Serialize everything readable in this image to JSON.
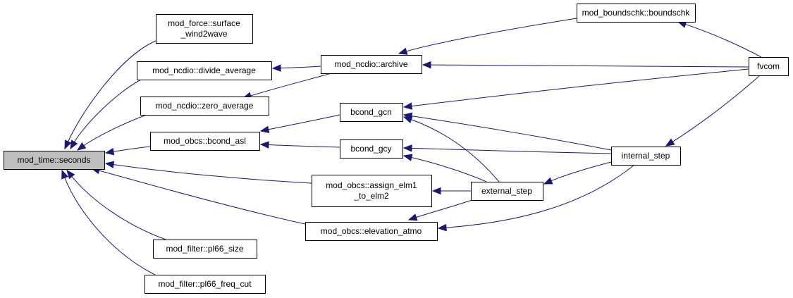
{
  "graph": {
    "nodes": {
      "seconds": {
        "lines": [
          "mod_time::seconds"
        ],
        "highlight": true
      },
      "wind2wave": {
        "lines": [
          "mod_force::surface",
          "_wind2wave"
        ]
      },
      "divide_average": {
        "lines": [
          "mod_ncdio::divide_average"
        ]
      },
      "zero_average": {
        "lines": [
          "mod_ncdio::zero_average"
        ]
      },
      "bcond_asl": {
        "lines": [
          "mod_obcs::bcond_asl"
        ]
      },
      "pl66_size": {
        "lines": [
          "mod_filter::pl66_size"
        ]
      },
      "pl66_freq_cut": {
        "lines": [
          "mod_filter::pl66_freq_cut"
        ]
      },
      "archive": {
        "lines": [
          "mod_ncdio::archive"
        ]
      },
      "bcond_gcn": {
        "lines": [
          "bcond_gcn"
        ]
      },
      "bcond_gcy": {
        "lines": [
          "bcond_gcy"
        ]
      },
      "assign_elm1": {
        "lines": [
          "mod_obcs::assign_elm1",
          "_to_elm2"
        ]
      },
      "elevation_atmo": {
        "lines": [
          "mod_obcs::elevation_atmo"
        ]
      },
      "boundschk": {
        "lines": [
          "mod_boundschk::boundschk"
        ]
      },
      "external_step": {
        "lines": [
          "external_step"
        ]
      },
      "internal_step": {
        "lines": [
          "internal_step"
        ]
      },
      "fvcom": {
        "lines": [
          "fvcom"
        ]
      }
    },
    "edges": [
      {
        "from": "wind2wave",
        "to": "seconds"
      },
      {
        "from": "divide_average",
        "to": "seconds"
      },
      {
        "from": "zero_average",
        "to": "seconds"
      },
      {
        "from": "bcond_asl",
        "to": "seconds"
      },
      {
        "from": "assign_elm1",
        "to": "seconds"
      },
      {
        "from": "elevation_atmo",
        "to": "seconds"
      },
      {
        "from": "pl66_size",
        "to": "seconds"
      },
      {
        "from": "pl66_freq_cut",
        "to": "seconds"
      },
      {
        "from": "archive",
        "to": "divide_average"
      },
      {
        "from": "archive",
        "to": "zero_average"
      },
      {
        "from": "bcond_gcn",
        "to": "bcond_asl"
      },
      {
        "from": "bcond_gcy",
        "to": "bcond_asl"
      },
      {
        "from": "external_step",
        "to": "assign_elm1"
      },
      {
        "from": "external_step",
        "to": "elevation_atmo"
      },
      {
        "from": "internal_step",
        "to": "elevation_atmo"
      },
      {
        "from": "boundschk",
        "to": "archive"
      },
      {
        "from": "fvcom",
        "to": "archive"
      },
      {
        "from": "fvcom",
        "to": "bcond_gcn"
      },
      {
        "from": "internal_step",
        "to": "bcond_gcn"
      },
      {
        "from": "external_step",
        "to": "bcond_gcn"
      },
      {
        "from": "internal_step",
        "to": "bcond_gcy"
      },
      {
        "from": "external_step",
        "to": "bcond_gcy"
      },
      {
        "from": "internal_step",
        "to": "external_step"
      },
      {
        "from": "fvcom",
        "to": "boundschk"
      },
      {
        "from": "fvcom",
        "to": "internal_step"
      }
    ]
  },
  "colors": {
    "edge": "#191970",
    "root_fill": "#bfbfbf",
    "node_fill": "#ffffff",
    "node_border": "#000000"
  }
}
